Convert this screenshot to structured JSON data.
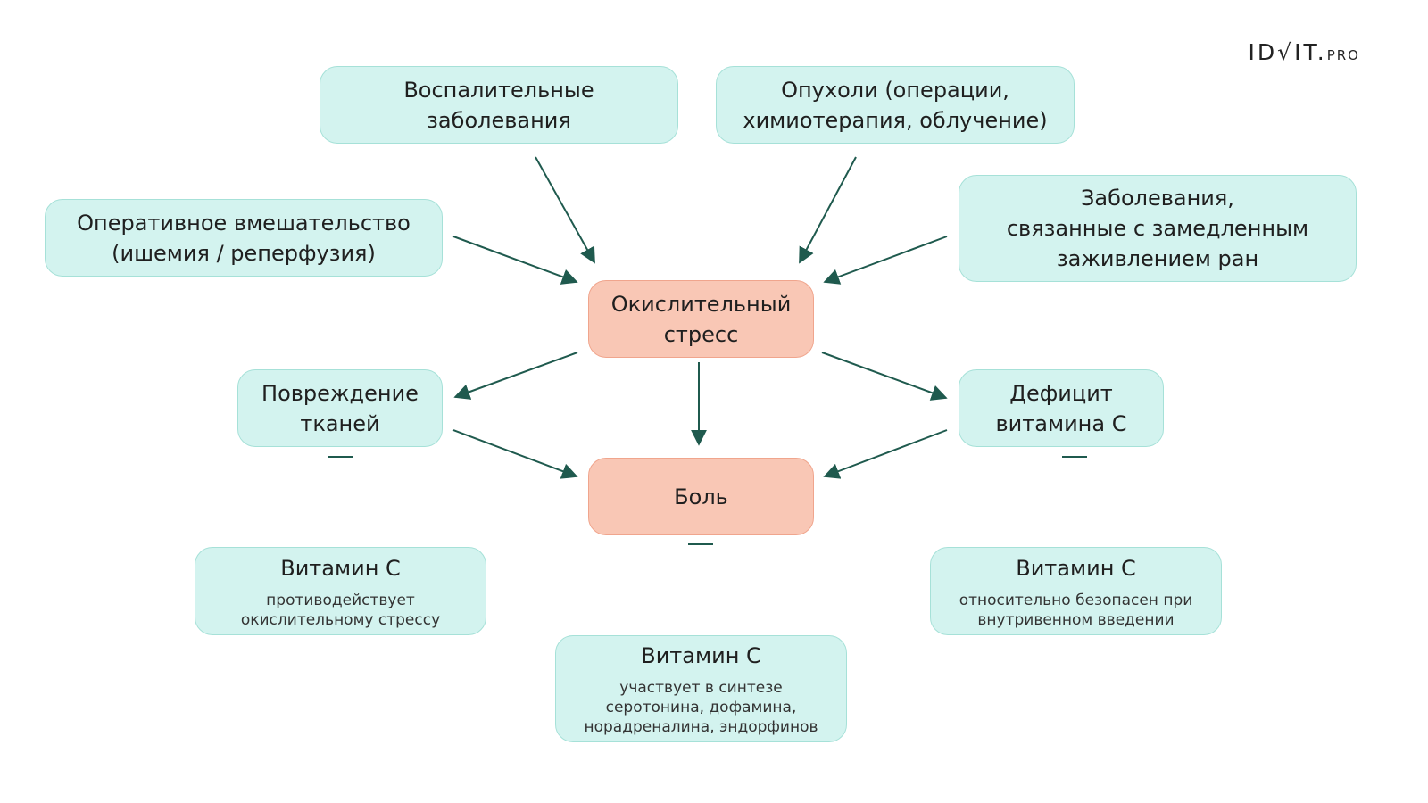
{
  "logo": {
    "main": "ID√IT.",
    "tld": "PRO"
  },
  "colors": {
    "teal_fill": "#d3f3ef",
    "salmon_fill": "#f9c7b5",
    "arrow": "#1f5a4e",
    "inhibit_top": "#1f5a4e",
    "inhibit_bottom": "#e8734f"
  },
  "nodes": {
    "inflammatory": {
      "label": "Воспалительные\nзаболевания"
    },
    "tumors": {
      "label": "Опухоли (операции,\nхимиотерапия, облучение)"
    },
    "surgery": {
      "label": "Оперативное вмешательство\n(ишемия / реперфузия)"
    },
    "wound_healing": {
      "label": "Заболевания,\nсвязанные с замедленным\nзаживлением ран"
    },
    "oxidative_stress": {
      "label": "Окислительный\nстресс"
    },
    "tissue_damage": {
      "label": "Повреждение\nтканей"
    },
    "vitamin_deficiency": {
      "label": "Дефицит\nвитамина С"
    },
    "pain": {
      "label": "Боль"
    },
    "vitc_left": {
      "label": "Витамин С",
      "sub": "противодействует\nокислительному стрессу"
    },
    "vitc_center": {
      "label": "Витамин С",
      "sub": "участвует в синтезе\nсеротонина, дофамина,\nнорадреналина, эндорфинов"
    },
    "vitc_right": {
      "label": "Витамин С",
      "sub": "относительно безопасен при\nвнутривенном введении"
    }
  }
}
